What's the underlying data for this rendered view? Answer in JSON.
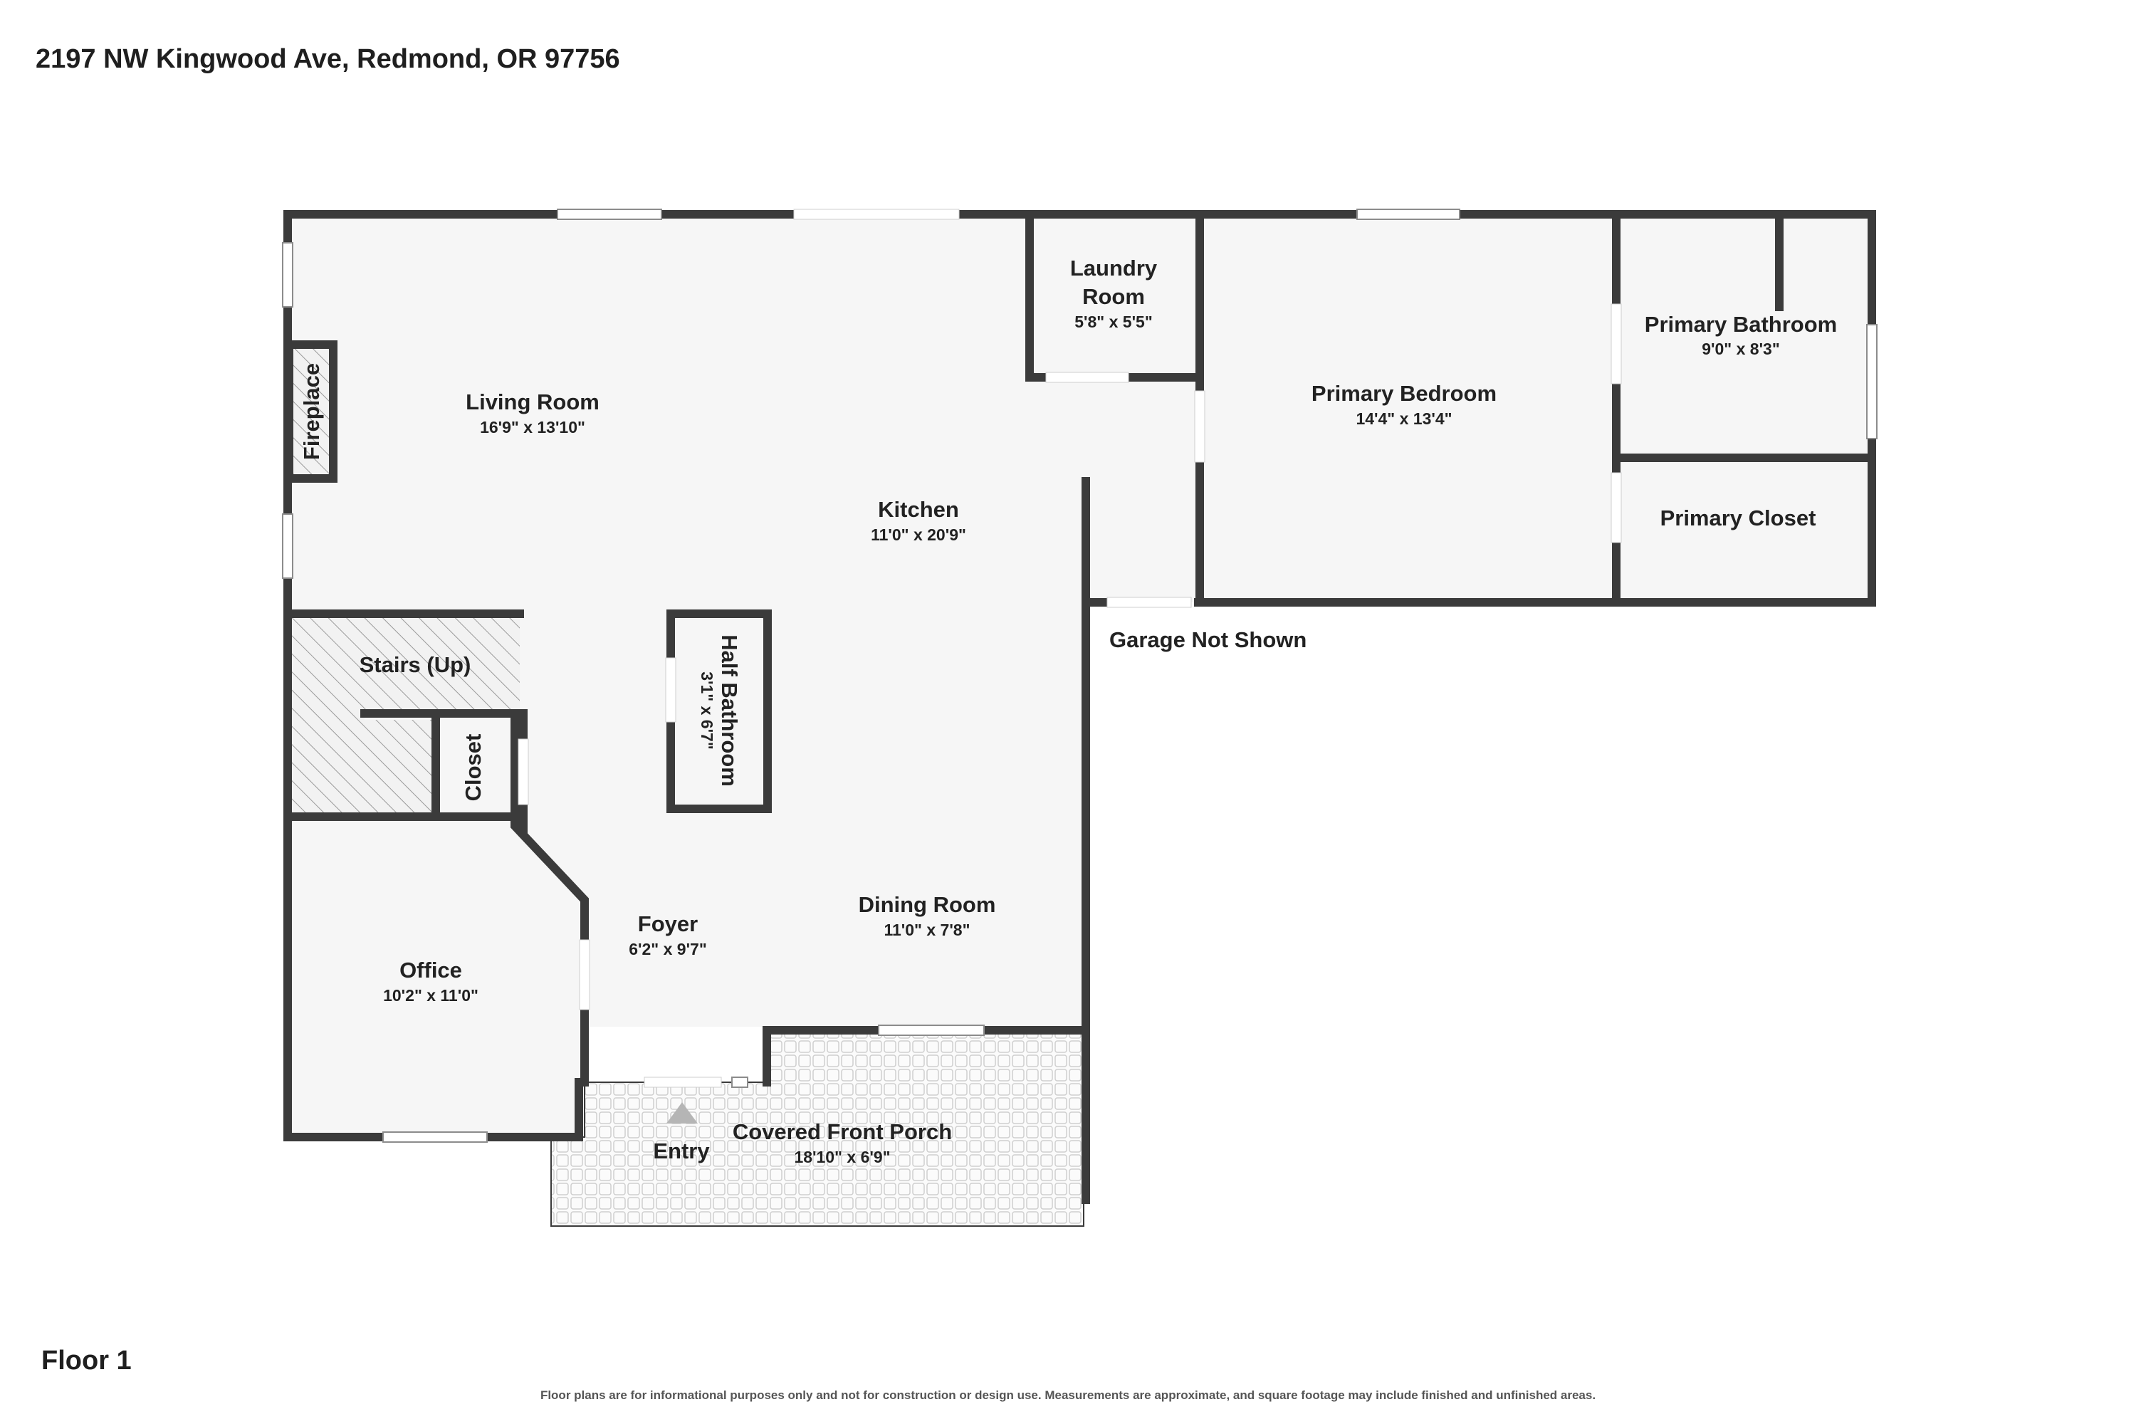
{
  "header": {
    "address": "2197 NW Kingwood Ave, Redmond, OR 97756"
  },
  "footer": {
    "floor": "Floor 1",
    "disclaimer": "Floor plans are for informational purposes only and not for construction or design use. Measurements are approximate, and square footage may include finished and unfinished areas."
  },
  "rooms": {
    "living_room": {
      "name": "Living Room",
      "dims": "16'9\" x 13'10\""
    },
    "kitchen": {
      "name": "Kitchen",
      "dims": "11'0\" x 20'9\""
    },
    "laundry_room": {
      "name_line1": "Laundry",
      "name_line2": "Room",
      "dims": "5'8\" x 5'5\""
    },
    "primary_bedroom": {
      "name": "Primary Bedroom",
      "dims": "14'4\" x 13'4\""
    },
    "primary_bathroom": {
      "name": "Primary Bathroom",
      "dims": "9'0\" x 8'3\""
    },
    "primary_closet": {
      "name": "Primary Closet"
    },
    "fireplace": {
      "name": "Fireplace"
    },
    "stairs": {
      "name": "Stairs (Up)"
    },
    "closet": {
      "name": "Closet"
    },
    "half_bathroom": {
      "name": "Half Bathroom",
      "dims": "3'1\" x 6'7\""
    },
    "office": {
      "name": "Office",
      "dims": "10'2\" x 11'0\""
    },
    "foyer": {
      "name": "Foyer",
      "dims": "6'2\" x 9'7\""
    },
    "dining_room": {
      "name": "Dining Room",
      "dims": "11'0\" x 7'8\""
    },
    "covered_porch": {
      "name": "Covered Front Porch",
      "dims": "18'10\" x 6'9\""
    },
    "entry": {
      "name": "Entry"
    }
  },
  "notes": {
    "garage": "Garage Not Shown"
  },
  "colors": {
    "wall": "#3b3b3b",
    "floor": "#f6f6f6",
    "text": "#222222"
  }
}
